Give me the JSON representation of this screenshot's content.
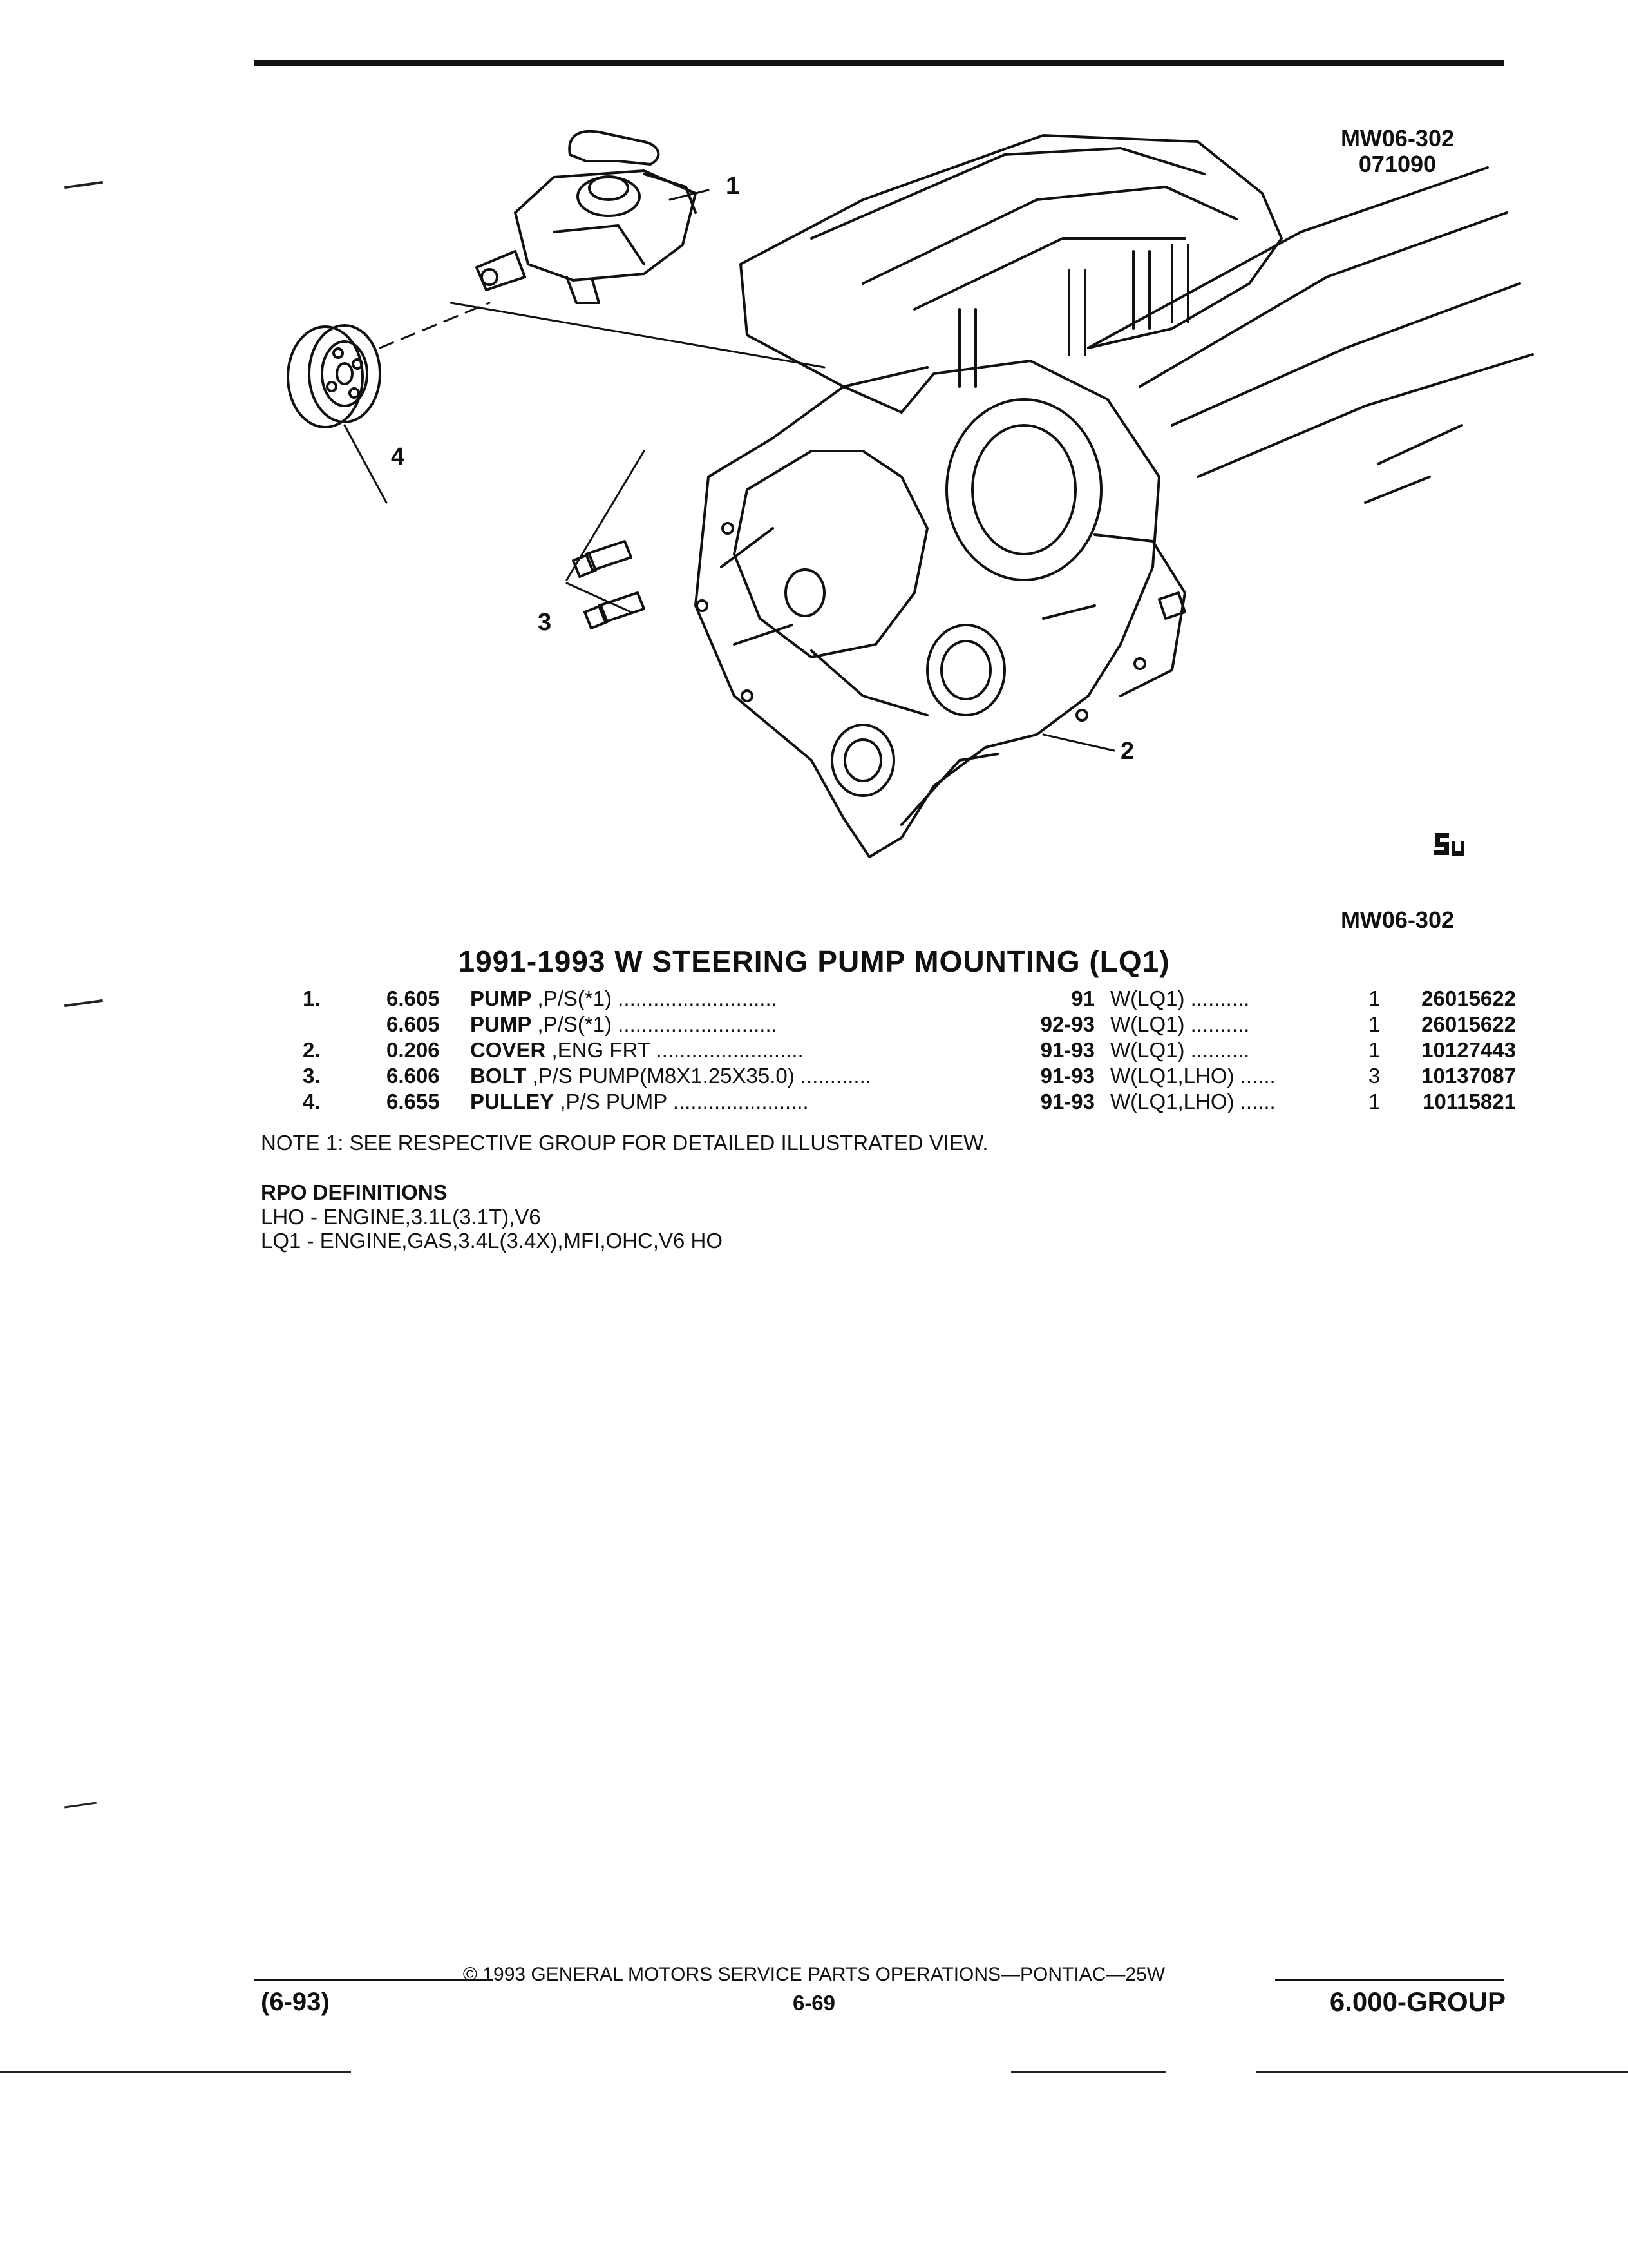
{
  "header": {
    "figure_code_top": "MW06-302",
    "figure_date": "071090",
    "figure_code_bottom": "MW06-302"
  },
  "illustration": {
    "callouts": [
      "1",
      "2",
      "3",
      "4"
    ]
  },
  "title": "1991-1993 W STEERING PUMP MOUNTING (LQ1)",
  "parts": [
    {
      "item": "1.",
      "code": "6.605",
      "name": "PUMP",
      "desc": ",P/S(*1)",
      "dots": " ...........................",
      "years": "91",
      "usage": "W(LQ1) ..........",
      "qty": "1",
      "part_no": "26015622"
    },
    {
      "item": "",
      "code": "6.605",
      "name": "PUMP",
      "desc": ",P/S(*1)",
      "dots": " ...........................",
      "years": "92-93",
      "usage": "W(LQ1) ..........",
      "qty": "1",
      "part_no": "26015622"
    },
    {
      "item": "2.",
      "code": "0.206",
      "name": "COVER",
      "desc": ",ENG FRT",
      "dots": " .........................",
      "years": "91-93",
      "usage": "W(LQ1) ..........",
      "qty": "1",
      "part_no": "10127443"
    },
    {
      "item": "3.",
      "code": "6.606",
      "name": "BOLT",
      "desc": ",P/S PUMP(M8X1.25X35.0)",
      "dots": " ............",
      "years": "91-93",
      "usage": "W(LQ1,LHO) ......",
      "qty": "3",
      "part_no": "10137087"
    },
    {
      "item": "4.",
      "code": "6.655",
      "name": "PULLEY",
      "desc": ",P/S PUMP",
      "dots": " .......................",
      "years": "91-93",
      "usage": "W(LQ1,LHO) ......",
      "qty": "1",
      "part_no": "10115821"
    }
  ],
  "note": "NOTE  1:  SEE RESPECTIVE GROUP FOR DETAILED ILLUSTRATED VIEW.",
  "rpo": {
    "heading": "RPO DEFINITIONS",
    "lines": [
      "LHO - ENGINE,3.1L(3.1T),V6",
      "LQ1 - ENGINE,GAS,3.4L(3.4X),MFI,OHC,V6 HO"
    ]
  },
  "footer": {
    "copyright": "©  1993  GENERAL MOTORS SERVICE PARTS OPERATIONS—PONTIAC—25W",
    "date_code": "(6-93)",
    "page": "6-69",
    "group": "6.000-GROUP"
  },
  "colors": {
    "ink": "#111111",
    "paper": "#ffffff"
  },
  "icons": [
    "su-logo-icon"
  ]
}
